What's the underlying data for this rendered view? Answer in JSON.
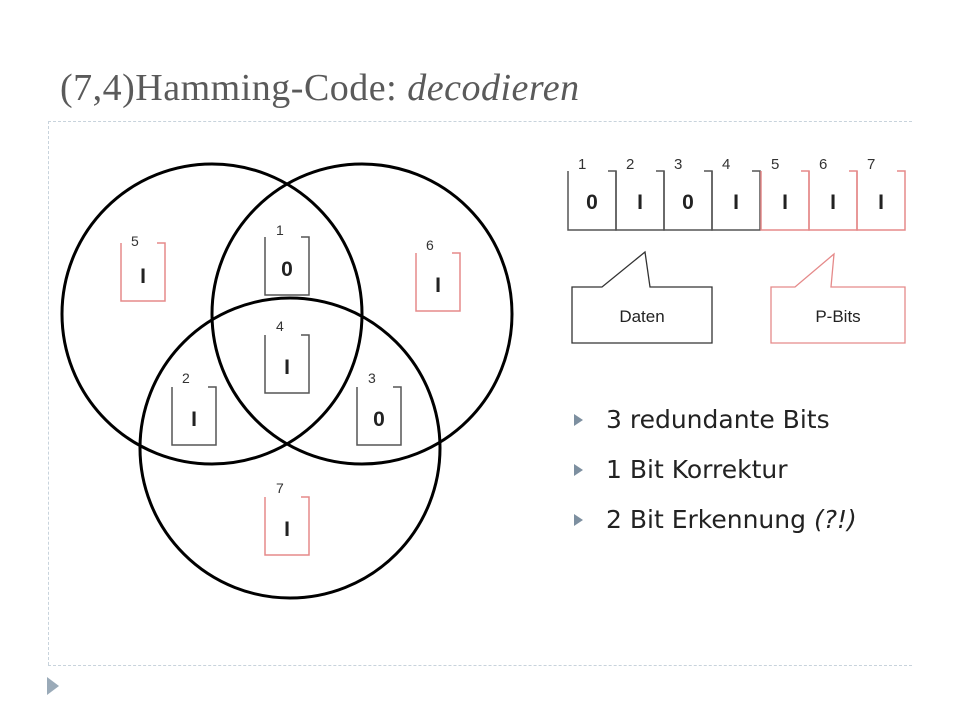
{
  "title": {
    "main": "(7,4)Hamming-Code: ",
    "emphasis": "decodieren"
  },
  "venn": {
    "cells": [
      {
        "pos": "5",
        "bit": "I",
        "parity": true
      },
      {
        "pos": "1",
        "bit": "0",
        "parity": false
      },
      {
        "pos": "6",
        "bit": "I",
        "parity": true
      },
      {
        "pos": "4",
        "bit": "I",
        "parity": false
      },
      {
        "pos": "2",
        "bit": "I",
        "parity": false
      },
      {
        "pos": "3",
        "bit": "0",
        "parity": false
      },
      {
        "pos": "7",
        "bit": "I",
        "parity": true
      }
    ]
  },
  "codeword": {
    "positions": [
      "1",
      "2",
      "3",
      "4",
      "5",
      "6",
      "7"
    ],
    "bits": [
      "0",
      "I",
      "0",
      "I",
      "I",
      "I",
      "I"
    ],
    "parity_flags": [
      false,
      false,
      false,
      false,
      true,
      true,
      true
    ]
  },
  "callouts": {
    "data_label": "Daten",
    "parity_label": "P-Bits"
  },
  "bullets": [
    {
      "text": "3 redundante Bits",
      "extra": ""
    },
    {
      "text": "1 Bit Korrektur",
      "extra": ""
    },
    {
      "text": "2 Bit Erkennung ",
      "extra": "(?!)"
    }
  ],
  "colors": {
    "data_box": "#555555",
    "parity_box": "#e58a8a",
    "circle": "#000000"
  }
}
